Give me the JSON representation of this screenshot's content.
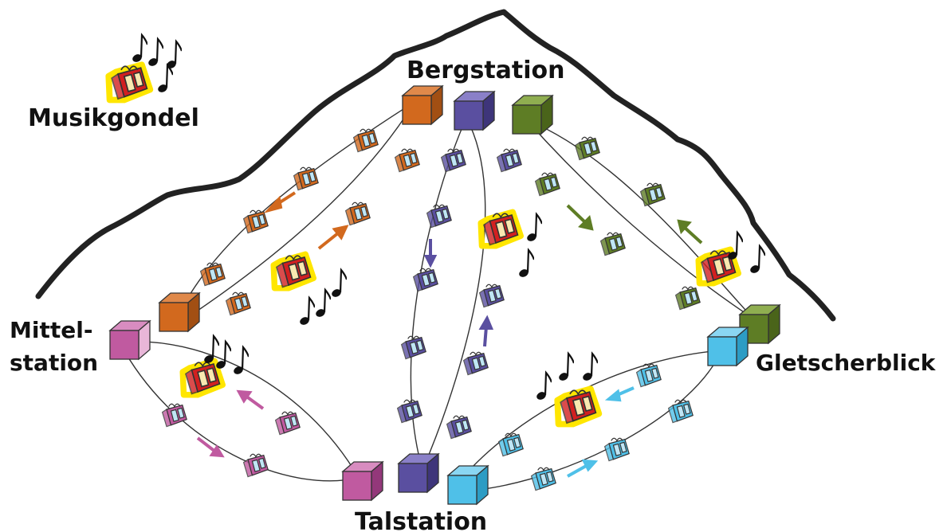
{
  "labels": {
    "bergstation": "Bergstation",
    "mittelstation_line1": "Mittel-",
    "mittelstation_line2": "station",
    "gletscherblick": "Gletscherblick",
    "talstation": "Talstation",
    "legend_musikgondel": "Musikgondel"
  },
  "colors": {
    "orange": "#d2691e",
    "purple": "#5a4fa0",
    "green": "#5e7d25",
    "pink": "#c05aa0",
    "blue": "#4fc0e8",
    "music_gondola": "#d22020",
    "highlight": "#ffe600"
  },
  "lines": [
    {
      "id": "orange-line",
      "color_key": "orange"
    },
    {
      "id": "purple-line",
      "color_key": "purple"
    },
    {
      "id": "green-line",
      "color_key": "green"
    },
    {
      "id": "pink-line",
      "color_key": "pink"
    },
    {
      "id": "blue-line",
      "color_key": "blue"
    }
  ],
  "icons": [
    "music-note-icon",
    "gift-gondola-icon",
    "station-cube-icon",
    "direction-arrow-icon"
  ]
}
